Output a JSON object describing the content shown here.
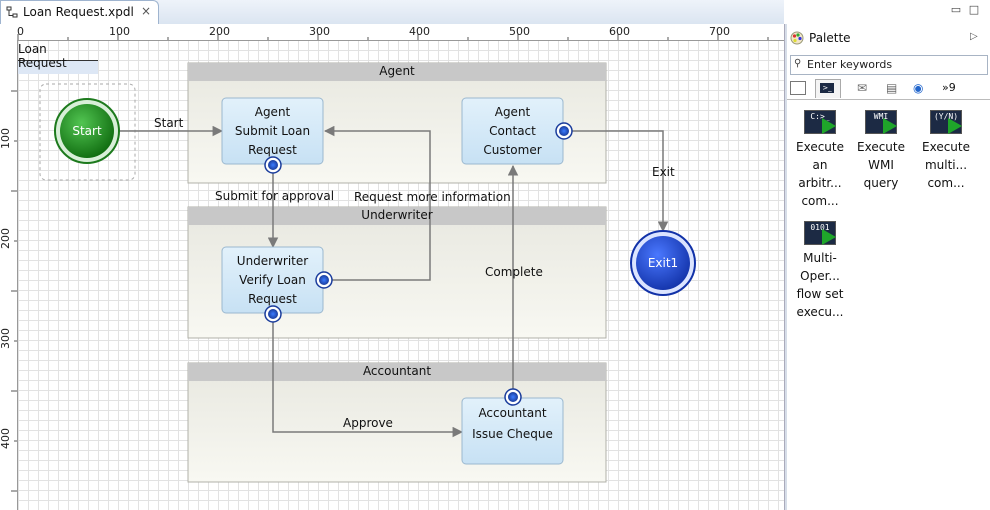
{
  "editor": {
    "tab_title": "Loan Request.xpdl",
    "tab_close": "×"
  },
  "window_controls": {
    "minimize": "▭",
    "maximize": "□"
  },
  "rulers": {
    "horizontal": [
      "0",
      "100",
      "200",
      "300",
      "400",
      "500",
      "600",
      "700"
    ],
    "vertical": [
      "100",
      "200",
      "300",
      "400"
    ]
  },
  "diagram": {
    "title": "Loan Request",
    "lanes": [
      {
        "name": "Agent"
      },
      {
        "name": "Underwriter"
      },
      {
        "name": "Accountant"
      }
    ],
    "start_event": "Start",
    "end_event": "Exit1",
    "tasks": {
      "submit": {
        "role": "Agent",
        "line1": "Submit Loan",
        "line2": "Request"
      },
      "contact": {
        "role": "Agent",
        "line1": "Contact",
        "line2": "Customer"
      },
      "verify": {
        "role": "Underwriter",
        "line1": "Verify Loan",
        "line2": "Request"
      },
      "cheque": {
        "role": "Accountant",
        "line1": "Issue Cheque",
        "line2": ""
      }
    },
    "transitions": {
      "start": "Start",
      "submit_for_approval": "Submit for approval",
      "request_more_info": "Request more information",
      "complete": "Complete",
      "approve": "Approve",
      "exit": "Exit"
    }
  },
  "palette": {
    "title": "Palette",
    "search_placeholder": "Enter keywords",
    "more_tabs": "»9",
    "tools": [
      {
        "icon": "command-line-icon",
        "lines": [
          "Execute",
          "an",
          "arbitr...",
          "com..."
        ]
      },
      {
        "icon": "wmi-query-icon",
        "lines": [
          "Execute",
          "WMI",
          "query"
        ]
      },
      {
        "icon": "multi-command-icon",
        "lines": [
          "Execute",
          "multi...",
          "com..."
        ]
      },
      {
        "icon": "multi-operation-flow-icon",
        "lines": [
          "Multi-",
          "Oper...",
          "flow set",
          "execu..."
        ]
      }
    ]
  },
  "colors": {
    "lane_header": "#c8c8c8",
    "lane_body": "#f2f2ea",
    "task_fill": "#d2e8f7",
    "start_green": "#1d8a1d",
    "end_blue": "#1e46c8",
    "connector": "#7a7a7a"
  }
}
